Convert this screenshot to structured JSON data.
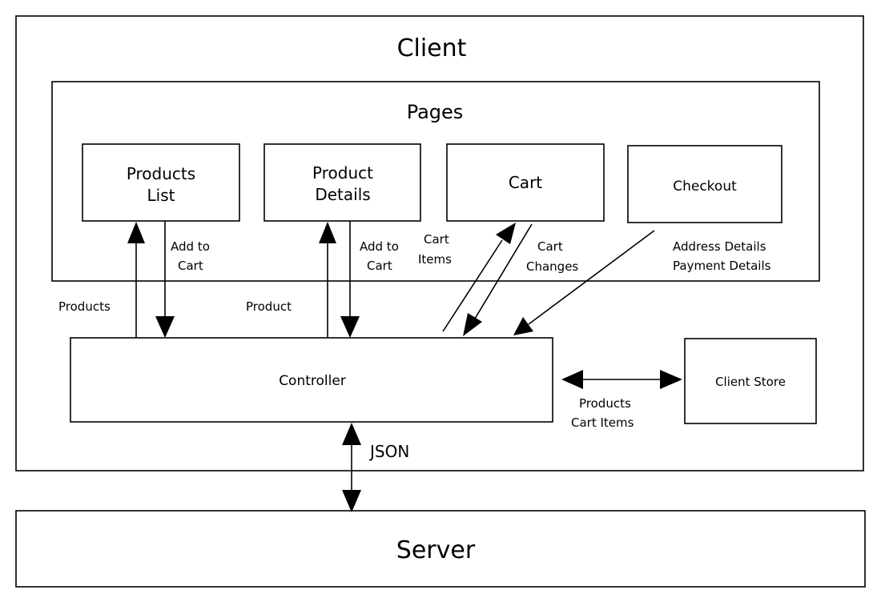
{
  "client": {
    "label": "Client"
  },
  "pages": {
    "label": "Pages",
    "products_list": [
      "Products",
      "List"
    ],
    "product_details": [
      "Product",
      "Details"
    ],
    "cart": "Cart",
    "checkout": "Checkout"
  },
  "controller": {
    "label": "Controller"
  },
  "client_store": {
    "label": "Client Store"
  },
  "server": {
    "label": "Server"
  },
  "edges": {
    "products": "Products",
    "add_to_cart_1": [
      "Add to",
      "Cart"
    ],
    "product": "Product",
    "add_to_cart_2": [
      "Add to",
      "Cart"
    ],
    "cart_items": [
      "Cart",
      "Items"
    ],
    "cart_changes": [
      "Cart",
      "Changes"
    ],
    "checkout_info": [
      "Address Details",
      "Payment Details"
    ],
    "store_sync": [
      "Products",
      "Cart Items"
    ],
    "json": "JSON"
  }
}
